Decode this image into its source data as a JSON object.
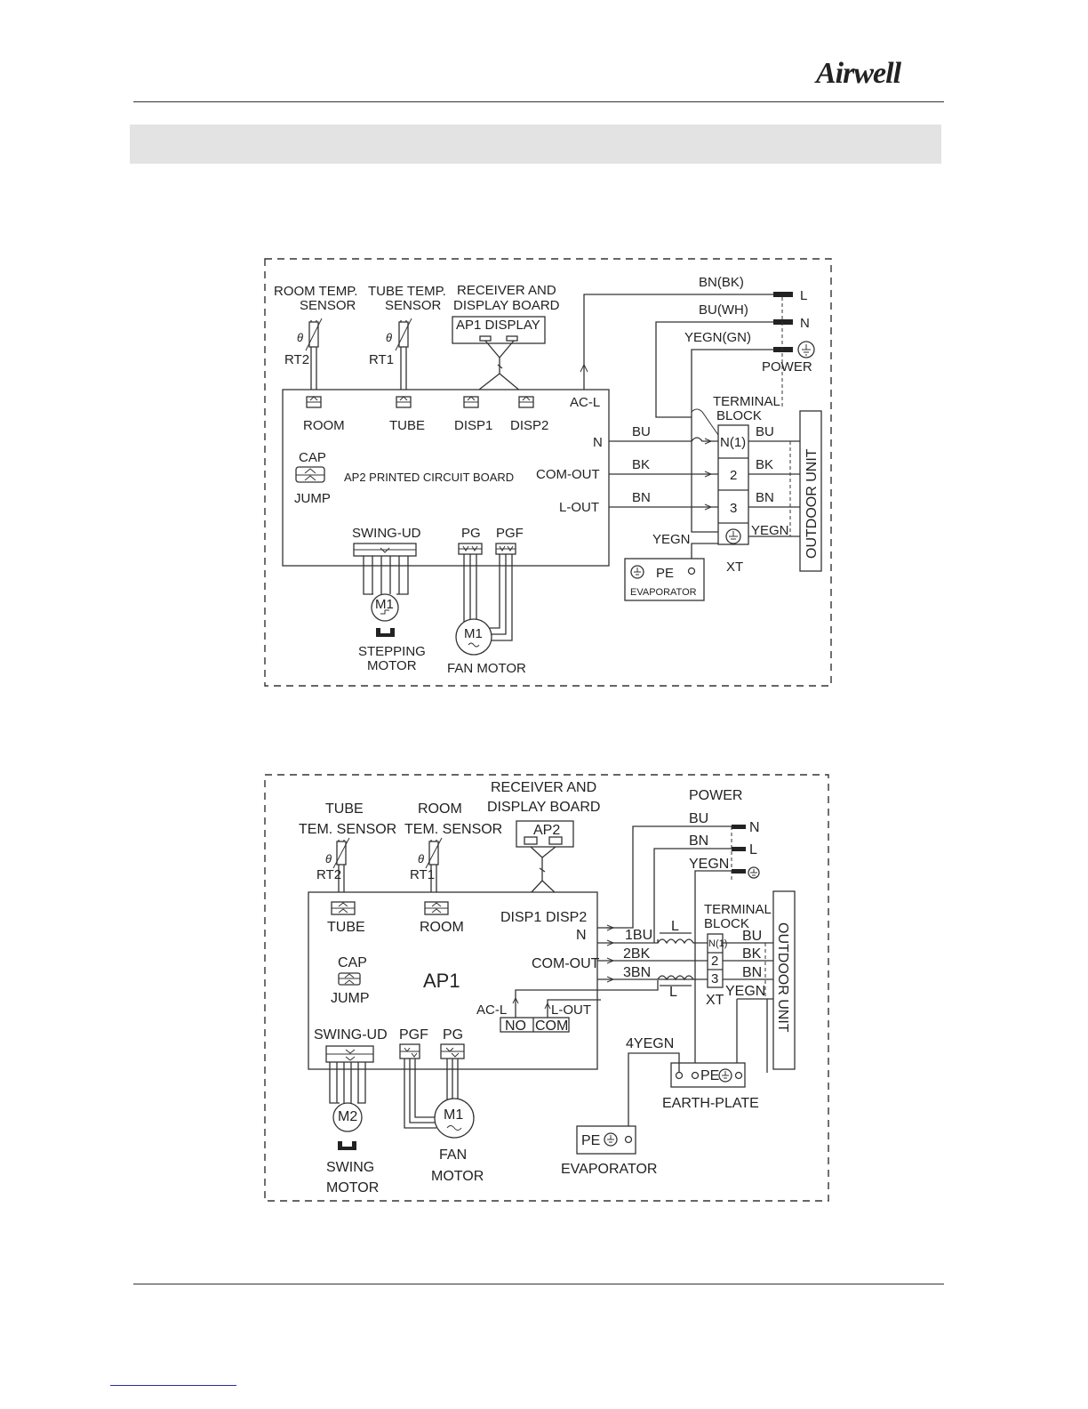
{
  "header": {
    "logo_text": "Airwell"
  },
  "diagram1": {
    "room_temp_sensor": "ROOM TEMP.",
    "room_temp_sensor2": "SENSOR",
    "tube_temp_sensor": "TUBE TEMP.",
    "tube_temp_sensor2": "SENSOR",
    "receiver1": "RECEIVER AND",
    "receiver2": "DISPLAY BOARD",
    "ap1_display": "AP1 DISPLAY",
    "rt2": "RT2",
    "rt1": "RT1",
    "theta": "θ",
    "room": "ROOM",
    "tube": "TUBE",
    "disp1": "DISP1",
    "disp2": "DISP2",
    "acl": "AC-L",
    "n": "N",
    "comout": "COM-OUT",
    "lout": "L-OUT",
    "cap": "CAP",
    "jump": "JUMP",
    "board": "AP2 PRINTED CIRCUIT BOARD",
    "swing_ud": "SWING-UD",
    "pg": "PG",
    "pgf": "PGF",
    "m1": "M1",
    "stepping1": "STEPPING",
    "stepping2": "MOTOR",
    "fan_motor": "FAN MOTOR",
    "bn_bk": "BN(BK)",
    "bu_wh": "BU(WH)",
    "yegn_gn": "YEGN(GN)",
    "l": "L",
    "power": "POWER",
    "terminal1": "TERMINAL",
    "terminal2": "BLOCK",
    "bu": "BU",
    "bk": "BK",
    "bn": "BN",
    "yegn": "YEGN",
    "n1": "N(1)",
    "t2": "2",
    "t3": "3",
    "xt": "XT",
    "pe": "PE",
    "evaporator": "EVAPORATOR",
    "outdoor": "OUTDOOR UNIT"
  },
  "diagram2": {
    "tube1": "TUBE",
    "tube2": "TEM. SENSOR",
    "room1": "ROOM",
    "room2": "TEM. SENSOR",
    "receiver1": "RECEIVER AND",
    "receiver2": "DISPLAY BOARD",
    "ap2": "AP2",
    "rt2": "RT2",
    "rt1": "RT1",
    "theta": "θ",
    "tube": "TUBE",
    "room": "ROOM",
    "disp1": "DISP1",
    "disp2": "DISP2",
    "n": "N",
    "cap": "CAP",
    "jump": "JUMP",
    "ap1": "AP1",
    "comout": "COM-OUT",
    "acl": "AC-L",
    "lout": "L-OUT",
    "no": "NO",
    "com": "COM",
    "swing_ud": "SWING-UD",
    "pgf": "PGF",
    "pg": "PG",
    "m2": "M2",
    "m1": "M1",
    "swing1": "SWING",
    "swing2": "MOTOR",
    "fan1": "FAN",
    "fan2": "MOTOR",
    "power": "POWER",
    "bu": "BU",
    "bn": "BN",
    "yegn": "YEGN",
    "pn": "N",
    "pl": "L",
    "w1bu": "1BU",
    "w2bk": "2BK",
    "w3bn": "3BN",
    "choke": "L",
    "terminal1": "TERMINAL",
    "terminal2": "BLOCK",
    "tn1": "N(1)",
    "t2": "2",
    "t3": "3",
    "xt": "XT",
    "obu": "BU",
    "obk": "BK",
    "obn": "BN",
    "oyegn": "YEGN",
    "yegn4": "4YEGN",
    "pe": "PE",
    "earth_plate": "EARTH-PLATE",
    "evaporator": "EVAPORATOR",
    "outdoor": "OUTDOOR UNIT"
  }
}
